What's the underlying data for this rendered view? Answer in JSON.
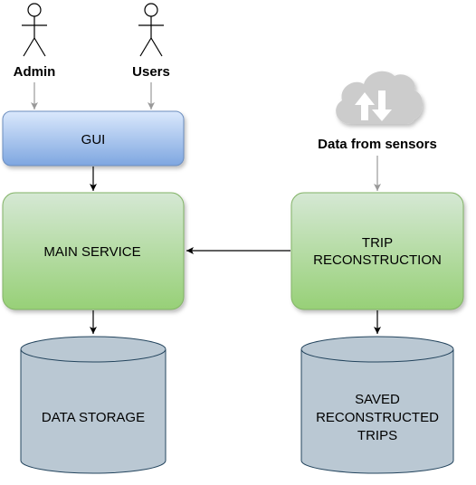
{
  "actors": {
    "admin": "Admin",
    "users": "Users"
  },
  "gui": {
    "label": "GUI"
  },
  "main_service": {
    "label": "MAIN SERVICE"
  },
  "trip_reconstruction": {
    "line1": "TRIP",
    "line2": "RECONSTRUCTION"
  },
  "cloud": {
    "label": "Data from sensors"
  },
  "data_storage": {
    "label": "DATA STORAGE"
  },
  "saved_trips": {
    "line1": "SAVED",
    "line2": "RECONSTRUCTED",
    "line3": "TRIPS"
  },
  "colors": {
    "blue_fill_top": "#dae8fc",
    "blue_fill_bottom": "#7ea6e0",
    "blue_stroke": "#6c8ebf",
    "green_fill_top": "#d5e8d4",
    "green_fill_bottom": "#97d077",
    "green_stroke": "#82b366",
    "cylinder_fill": "#bac8d3",
    "cylinder_stroke": "#23445d",
    "cloud_fill": "#cccccc",
    "grey_arrow": "#999999",
    "black_arrow": "#000000"
  }
}
